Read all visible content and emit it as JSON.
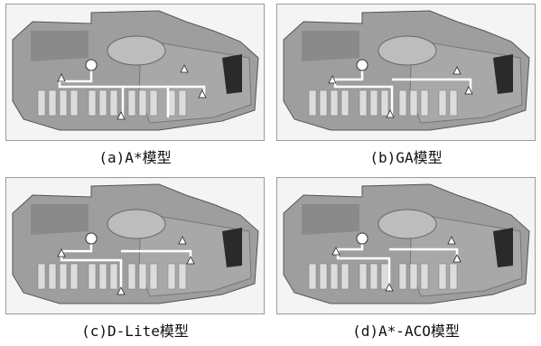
{
  "panels": [
    {
      "caption": "(a)A*模型"
    },
    {
      "caption": "(b)GA模型"
    },
    {
      "caption": "(c)D-Lite模型"
    },
    {
      "caption": "(d)A*-ACO模型"
    }
  ],
  "colors": {
    "frame": "#9a9a9a",
    "floor": "#9e9e9e",
    "wall": "#e8e8e8",
    "shelf": "#dcdcdc",
    "dark": "#2a2a2a",
    "path": "#ffffff"
  }
}
